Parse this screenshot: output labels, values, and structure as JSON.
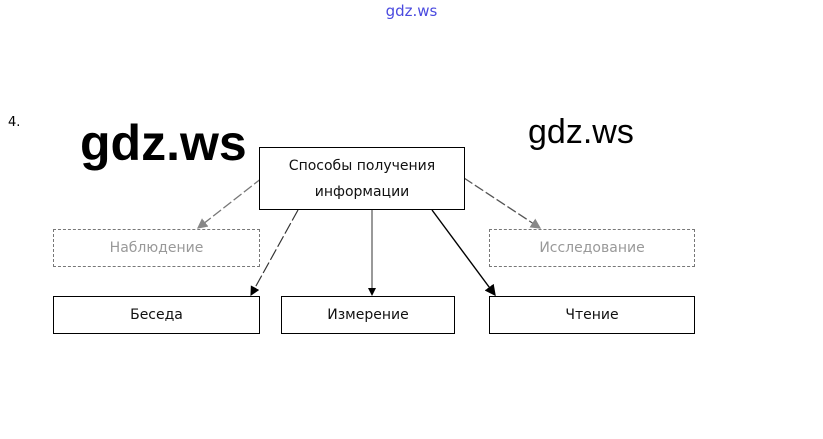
{
  "watermark_top": "gdz.ws",
  "watermark_large": "gdz.ws",
  "watermark_medium": "gdz.ws",
  "task_number": "4.",
  "diagram": {
    "root": "Способы получения информации",
    "nodes": [
      "Наблюдение",
      "Исследование",
      "Беседа",
      "Измерение",
      "Чтение"
    ]
  }
}
